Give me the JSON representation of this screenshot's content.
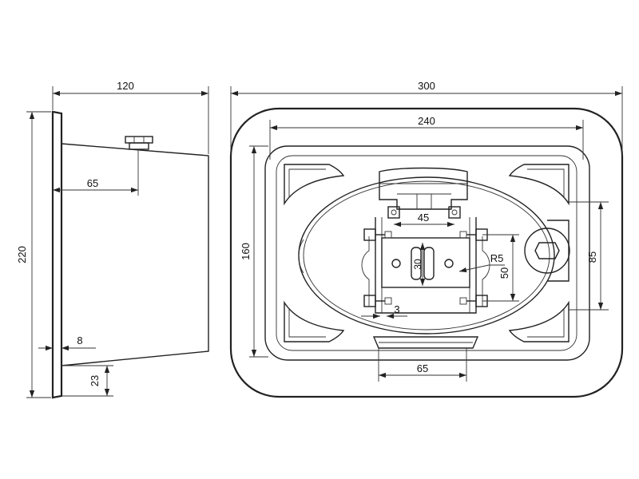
{
  "dimensions": {
    "side_width": "120",
    "side_height": "220",
    "side_bolt_offset": "65",
    "side_flange": "8",
    "side_bottom": "23",
    "front_width": "300",
    "front_inner_width": "240",
    "front_height": "160",
    "bracket_holes": "45",
    "slot_spacing": "30",
    "bracket_height": "50",
    "slot_radius": "R5",
    "slot_offset": "3",
    "handle_height": "85",
    "handle_width": "65"
  }
}
